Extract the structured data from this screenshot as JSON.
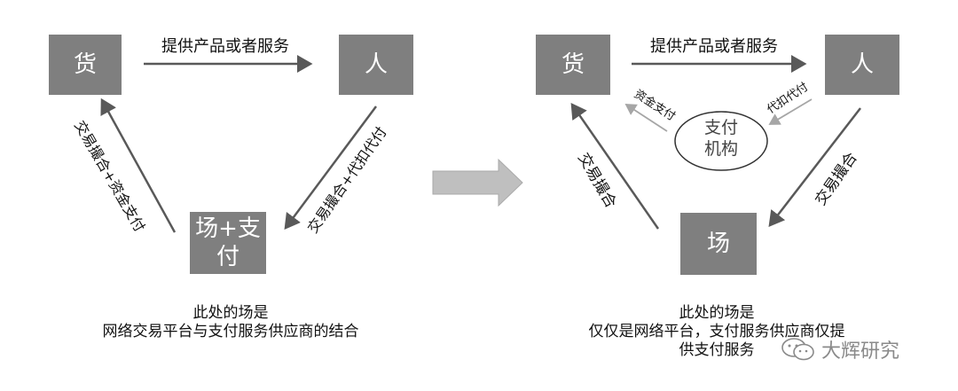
{
  "left": {
    "goods": "货",
    "people": "人",
    "place": [
      "场+支",
      "付"
    ],
    "top_arrow_label": "提供产品或者服务",
    "left_arrow_label": "交易撮合+资金支付",
    "right_arrow_label": "交易撮合+代扣代付",
    "caption_lines": [
      "此处的场是",
      "网络交易平台与支付服务供应商的结合"
    ]
  },
  "right": {
    "goods": "货",
    "people": "人",
    "place": "场",
    "top_arrow_label": "提供产品或者服务",
    "left_arrow_label": "交易撮合",
    "right_arrow_label": "交易撮合",
    "payment_org": [
      "支付",
      "机构"
    ],
    "fund_pay_label": "资金支付",
    "withhold_label": "代扣代付",
    "caption_lines": [
      "此处的场是",
      "仅仅是网络平台，支付服务供应商仅提",
      "供支付服务"
    ]
  },
  "watermark": "大辉研究",
  "colors": {
    "box": "#7f7f7f",
    "arrow": "#595959",
    "big_arrow": "#bfbfbf",
    "light_arrow": "#a6a6a6"
  }
}
